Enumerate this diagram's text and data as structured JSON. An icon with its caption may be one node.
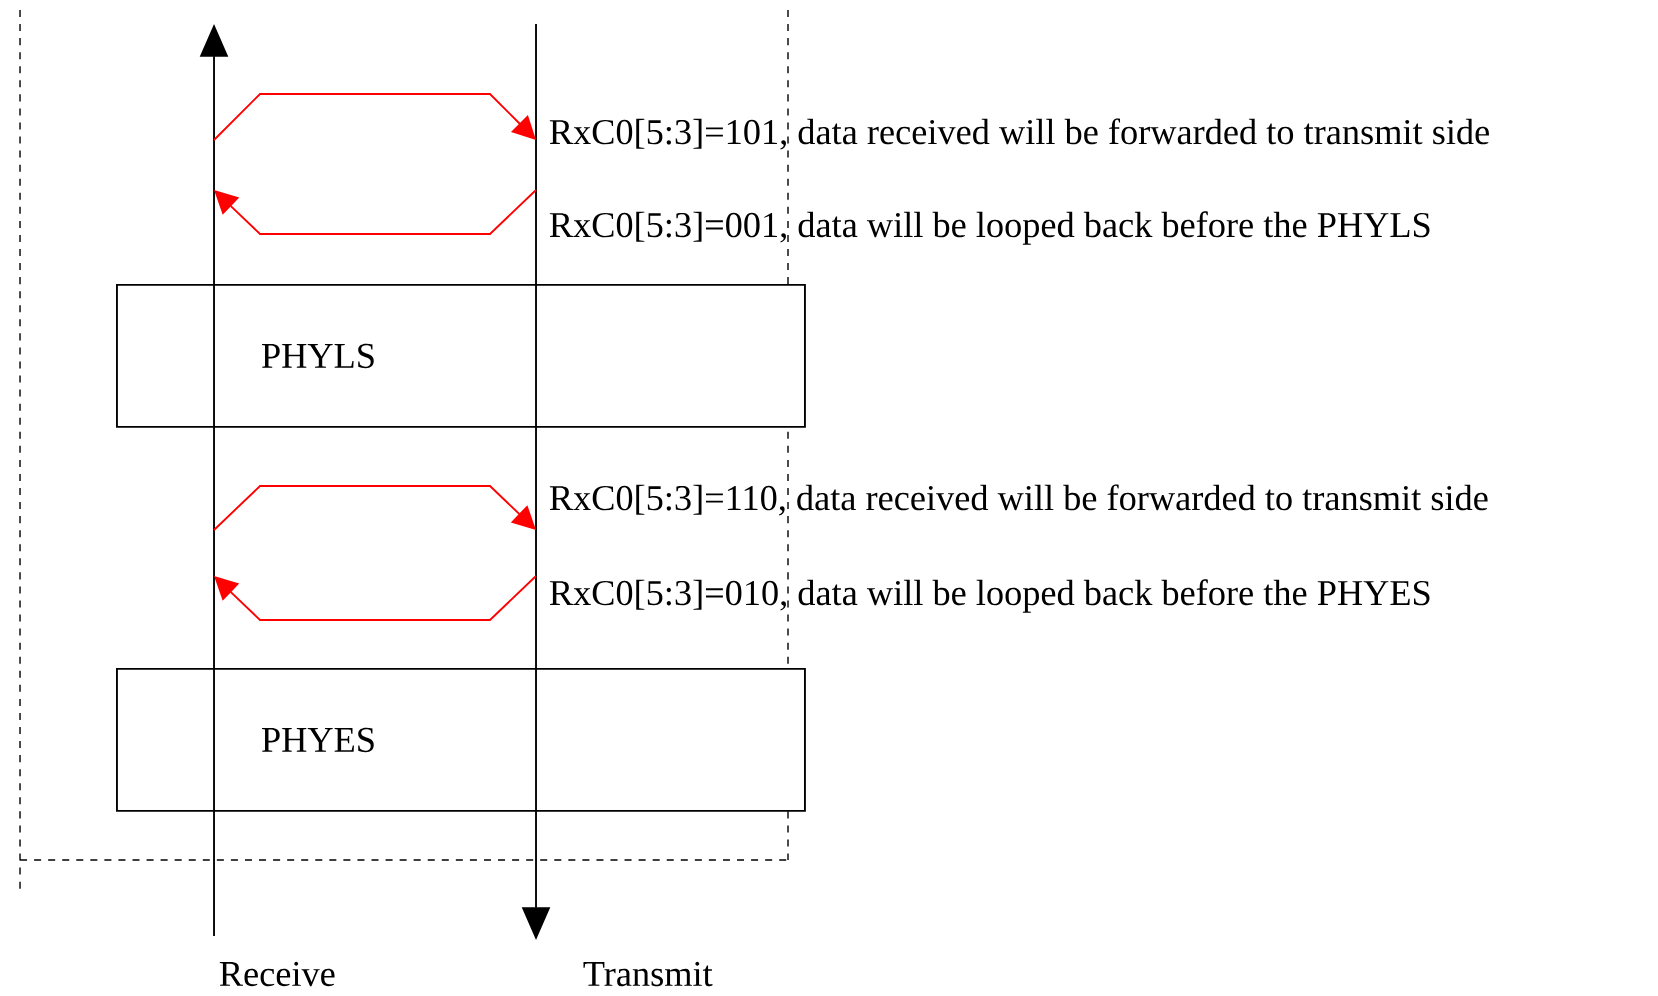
{
  "diagram": {
    "nodes": [
      {
        "text": [
          "PHYLS"
        ]
      },
      {
        "text": [
          "PHYES"
        ]
      }
    ],
    "labels": [
      "RxC0[5:3]=101, data received will be forwarded to transmit side",
      "RxC0[5:3]=001, data will be looped back before the PHYLS",
      "RxC0[5:3]=110, data received will be forwarded to transmit side",
      "RxC0[5:3]=010, data will be looped back before the PHYES",
      "Receive",
      "Transmit"
    ]
  }
}
